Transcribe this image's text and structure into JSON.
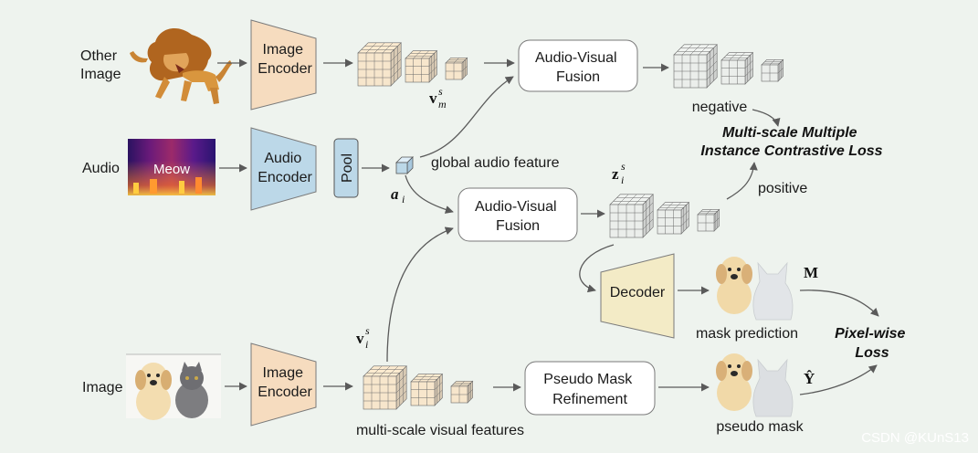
{
  "inputs": {
    "other_image": [
      "Other",
      "Image"
    ],
    "audio": "Audio",
    "audio_word": "Meow",
    "image": "Image"
  },
  "modules": {
    "image_encoder_top": [
      "Image",
      "Encoder"
    ],
    "audio_encoder": [
      "Audio",
      "Encoder"
    ],
    "pool": "Pool",
    "av_fusion_top": [
      "Audio-Visual",
      "Fusion"
    ],
    "av_fusion_mid": [
      "Audio-Visual",
      "Fusion"
    ],
    "decoder": "Decoder",
    "image_encoder_bottom": [
      "Image",
      "Encoder"
    ],
    "pseudo_mask_refinement": [
      "Pseudo Mask",
      "Refinement"
    ]
  },
  "labels": {
    "global_audio_feature": "global audio feature",
    "negative": "negative",
    "positive": "positive",
    "mask_prediction": "mask prediction",
    "pseudo_mask": "pseudo mask",
    "multi_scale_visual_features": "multi-scale visual features"
  },
  "math": {
    "v_m": {
      "base": "v",
      "sup": "s",
      "sub": "m"
    },
    "a_i": {
      "base": "a",
      "sub": "i"
    },
    "z_i": {
      "base": "z",
      "sup": "s",
      "sub": "i"
    },
    "v_i": {
      "base": "v",
      "sup": "s",
      "sub": "i"
    },
    "M": "M",
    "Y_hat": "Ŷ"
  },
  "losses": {
    "contrastive": [
      "Multi-scale Multiple",
      "Instance Contrastive Loss"
    ],
    "pixel": [
      "Pixel-wise",
      "Loss"
    ]
  },
  "watermark": "CSDN @KUnS13",
  "colors": {
    "background": "#eef3ee",
    "image_encoder_fill": "#f6dcbf",
    "audio_encoder_fill": "#bcd8e8",
    "decoder_fill": "#f3ebc6",
    "fusion_fill": "#ffffff",
    "feature_cube_warm": "#f7e6cc",
    "feature_cube_gray": "#ebeeeb",
    "arrow": "#5a5a5a"
  }
}
